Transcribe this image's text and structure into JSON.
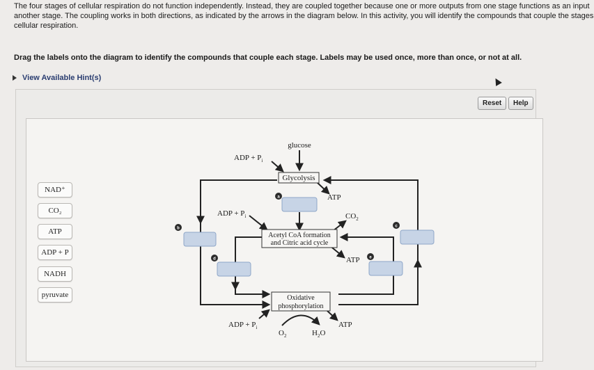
{
  "intro": {
    "line1": "The four stages of cellular respiration do not function independently. Instead, they are coupled together because one or more outputs from one stage functions as an input",
    "line2": "another stage. The coupling works in both directions, as indicated by the arrows in the diagram below. In this activity, you will identify the compounds that couple the stages",
    "line3": "cellular respiration."
  },
  "instructions": "Drag the labels onto the diagram to identify the compounds that couple each stage. Labels may be used once, more than once, or not at all.",
  "hint_label": "View Available Hint(s)",
  "buttons": {
    "reset": "Reset",
    "help": "Help"
  },
  "labels": [
    "NAD⁺",
    "CO₂",
    "ATP",
    "ADP + P",
    "NADH",
    "pyruvate"
  ],
  "diagram": {
    "glucose": "glucose",
    "adp_pi": "ADP + P",
    "pi_sub": "i",
    "glycolysis": "Glycolysis",
    "atp": "ATP",
    "co2": "CO",
    "co2_sub": "2",
    "acetyl_line1": "Acetyl CoA formation",
    "acetyl_line2": "and Citric acid cycle",
    "oxidative_line1": "Oxidative",
    "oxidative_line2": "phosphorylation",
    "o2": "O",
    "o2_sub": "2",
    "h2o": "H",
    "h2o_sub": "2",
    "h2o_end": "O",
    "badges": [
      "a",
      "b",
      "c",
      "d",
      "e"
    ]
  }
}
